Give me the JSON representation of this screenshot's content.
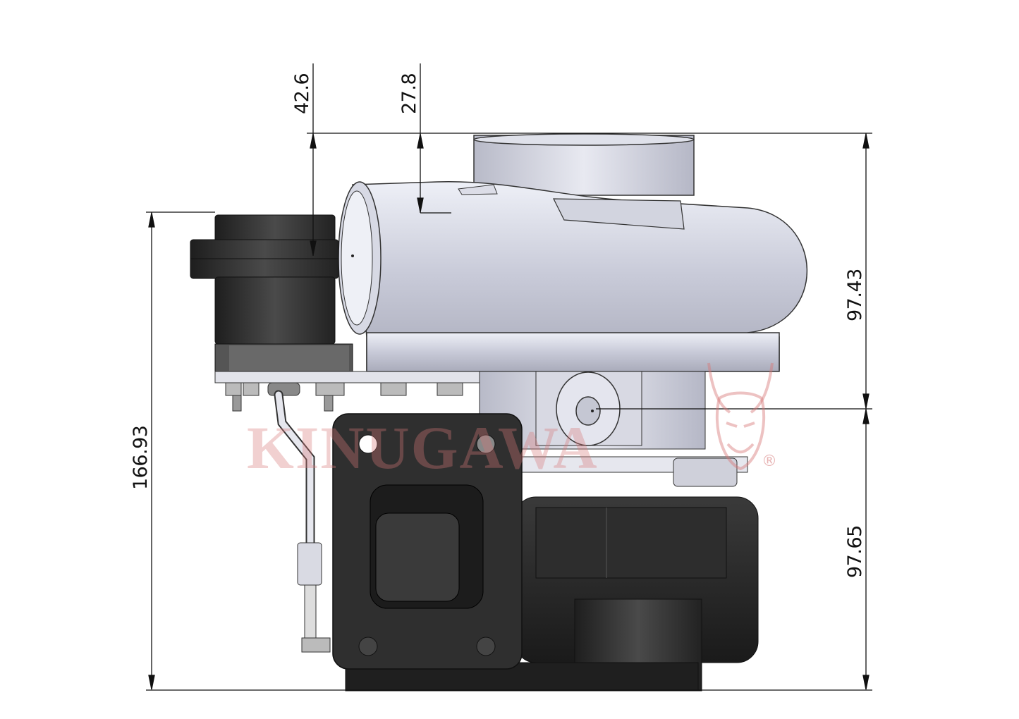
{
  "drawing": {
    "subject": "Turbocharger side view technical drawing",
    "units_implied": "mm",
    "dimensions": {
      "top_left": "42.6",
      "top_middle": "27.8",
      "right_upper": "97.43",
      "right_lower": "97.65",
      "left_overall": "166.93"
    },
    "watermark": {
      "text": "KINUGAWA",
      "registered_mark": "®"
    },
    "colors": {
      "compressor_housing": "#c9cbd8",
      "turbine_housing": "#2b2b2b",
      "dimension_line": "#111111",
      "watermark": "#d67878"
    }
  }
}
